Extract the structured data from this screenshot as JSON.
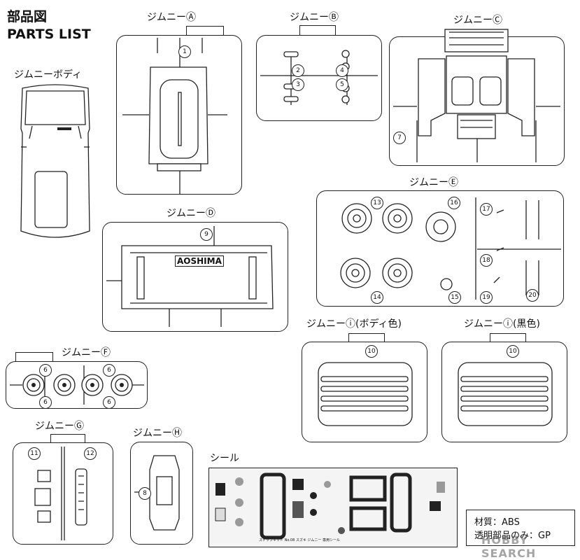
{
  "header": {
    "title_jp": "部品図",
    "title_en": "PARTS LIST"
  },
  "labels": {
    "body": "ジムニーボディ",
    "A": "ジムニーⒶ",
    "B": "ジムニーⒷ",
    "C": "ジムニーⒸ",
    "D": "ジムニーⒹ",
    "E": "ジムニーⒺ",
    "F": "ジムニーⒻ",
    "G": "ジムニーⒼ",
    "H": "ジムニーⒽ",
    "I_body": "ジムニーⓘ(ボディ色)",
    "I_black": "ジムニーⓘ(黒色)",
    "seal": "シール"
  },
  "part_numbers": {
    "n1": "1",
    "n2": "2",
    "n3": "3",
    "n4": "4",
    "n5": "5",
    "n6": "6",
    "n7": "7",
    "n8": "8",
    "n9": "9",
    "n10": "10",
    "n11": "11",
    "n12": "12",
    "n13": "13",
    "n14": "14",
    "n15": "15",
    "n16": "16",
    "n17": "17",
    "n18": "18",
    "n19": "19",
    "n20": "20"
  },
  "logo_text": "AOSHIMA",
  "seal_caption": "スナップキット No.08 スズキ ジムニー 専用シール",
  "materials": {
    "line1": "材質：ABS",
    "line2": "透明部品のみ：GP"
  },
  "watermark": "HOBBY SEARCH"
}
